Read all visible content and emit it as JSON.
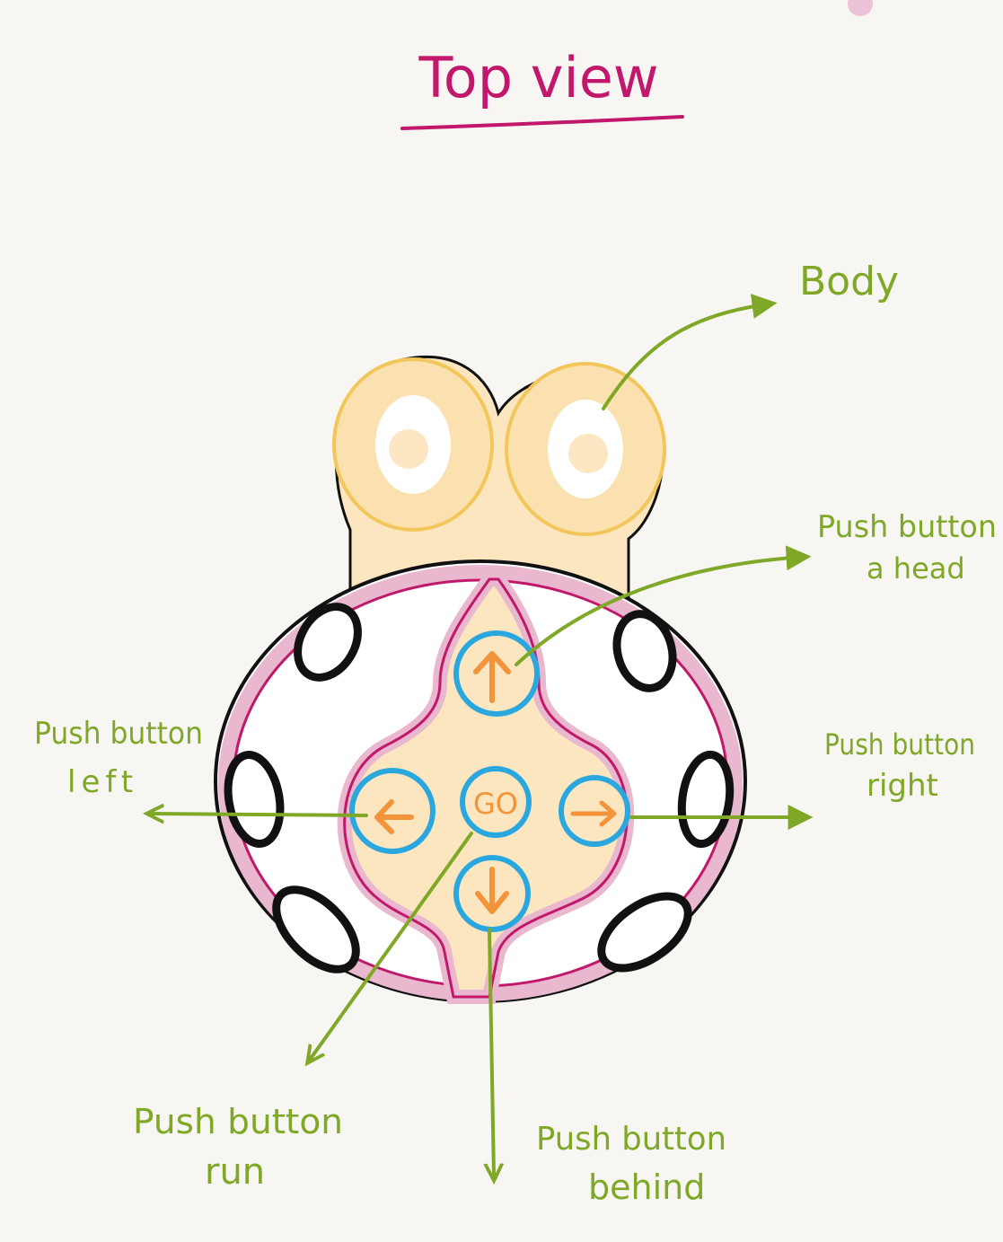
{
  "title": "Top view",
  "colors": {
    "title": "#c2186b",
    "label": "#7fa827",
    "outline": "#111111",
    "shell": "#c2186b",
    "shell_fill": "#e9b8cf",
    "body_fill": "#fbe6bf",
    "body_stroke": "#f2c65a",
    "button_ring": "#2aa7de",
    "arrow": "#f4943a"
  },
  "labels": {
    "body": "Body",
    "ahead_line1": "Push button",
    "ahead_line2": "a head",
    "left_line1": "Push button",
    "left_line2": "left",
    "right_line1": "Push button",
    "right_line2": "right",
    "run_line1": "Push button",
    "run_line2": "run",
    "behind_line1": "Push button",
    "behind_line2": "behind"
  },
  "buttons": {
    "go": "GO"
  },
  "icons": [
    "arrow-up-icon",
    "arrow-left-icon",
    "arrow-right-icon",
    "arrow-down-icon"
  ]
}
